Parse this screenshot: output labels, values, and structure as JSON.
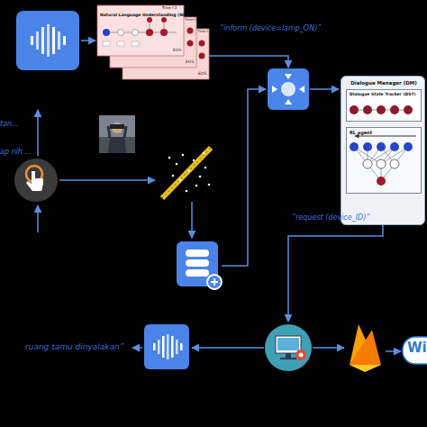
{
  "diagram": {
    "nodes": [
      {
        "text": [
          "Natural Language Understanding (NLU)",
          "Time t-2",
          "Time t-1",
          "Time t",
          "EOS",
          "EOS",
          "EOS"
        ]
      },
      {
        "text": [
          "Dialogue Manager (DM)"
        ]
      },
      {
        "text": [
          "Dialogue State Tracker (DST)"
        ],
        "in": 1
      },
      {
        "text": [
          "RL agent"
        ],
        "in": 1
      }
    ],
    "labels": [
      "“inform (device=lamp_ON)”",
      "tan...",
      "ap nih ...",
      "“request (device_ID)”",
      "ruang tamu dinyalakan”",
      "Wi"
    ]
  }
}
